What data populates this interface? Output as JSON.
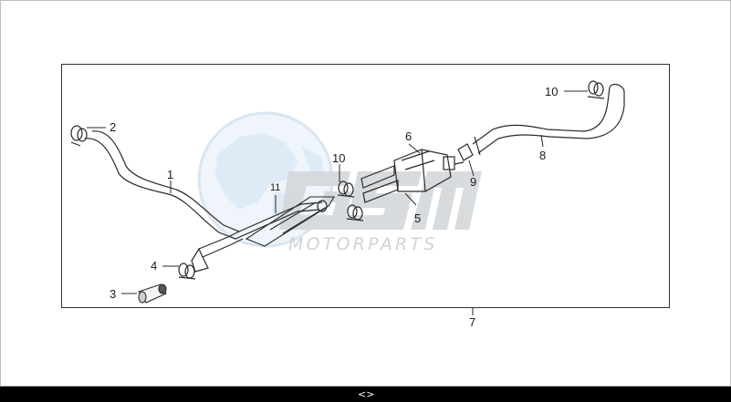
{
  "diagram": {
    "callouts": {
      "c1": "1",
      "c2": "2",
      "c3": "3",
      "c4": "4",
      "c5": "5",
      "c6": "6",
      "c7": "7",
      "c8": "8",
      "c9": "9",
      "c10a": "10",
      "c10b": "10",
      "c11": "11"
    }
  },
  "watermark": {
    "brand": "GSM",
    "tagline": "MOTORPARTS",
    "color": "#cfd3d6",
    "globe_color": "#dbe9f6"
  },
  "pager": {
    "icon": "prev-next-icon",
    "glyph": "<>"
  }
}
